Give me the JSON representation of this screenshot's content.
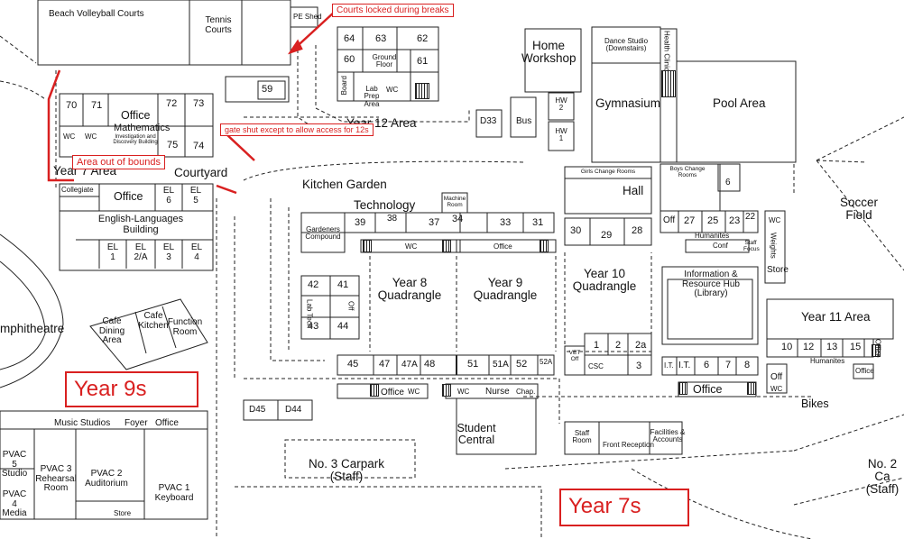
{
  "map": {
    "top": {
      "beach_volleyball": "Beach Volleyball Courts",
      "tennis_courts": "Tennis Courts",
      "pe_shed": "PE Shed",
      "rooms_64": "64",
      "rooms_63": "63",
      "rooms_62": "62",
      "rooms_60": "60",
      "ground_floor": "Ground Floor",
      "rooms_61": "61",
      "board": "Board",
      "lab_prep": "Lab Prep Area",
      "wc": "WC",
      "room_59": "59",
      "home_workshop": "Home Workshop",
      "dance_studio": "Dance Studio (Downstairs)",
      "health_clinic": "Health Clinic",
      "hw2": "HW 2",
      "hw1": "HW 1",
      "gymnasium": "Gymnasium",
      "pool_area": "Pool Area",
      "d33": "D33",
      "bus": "Bus",
      "year12_area": "Year 12 Area"
    },
    "west": {
      "r70": "70",
      "r71": "71",
      "office": "Office",
      "r72": "72",
      "r73": "73",
      "wc1": "WC",
      "wc2": "WC",
      "mathematics": "Mathematics",
      "math_sub": "Investigation and Discovery Building",
      "r75": "75",
      "r74": "74",
      "year7_area": "Year 7 Area",
      "courtyard": "Courtyard",
      "collegiate": "Collegiate",
      "office2": "Office",
      "el6": "EL 6",
      "el5": "EL 5",
      "english": "English-Languages Building",
      "el1": "EL 1",
      "el2a": "EL 2/A",
      "el3": "EL 3",
      "el4": "EL 4",
      "cafe_dining": "Cafe Dining Area",
      "cafe_kitchen": "Cafe Kitchen",
      "function_room": "Function Room",
      "amphitheatre": "mphitheatre",
      "music_studios": "Music Studios",
      "foyer": "Foyer",
      "office3": "Office",
      "pvac5": "PVAC 5 Studio",
      "pvac3": "PVAC 3 Rehearsal Room",
      "pvac2": "PVAC 2 Auditorium",
      "pvac1": "PVAC 1 Keyboard",
      "pvac4": "PVAC 4 Media",
      "store": "Store"
    },
    "middle": {
      "kitchen_garden": "Kitchen Garden",
      "technology": "Technology",
      "machine_room": "Machine Room",
      "gardeners": "Gardeners Compound",
      "r39": "39",
      "r38": "38",
      "r37": "37",
      "r34": "34",
      "r33": "33",
      "r31": "31",
      "wc": "WC",
      "office": "Office",
      "year8_quad": "Year 8 Quadrangle",
      "year9_quad": "Year 9 Quadrangle",
      "r42": "42",
      "r41": "41",
      "r43": "43",
      "r44": "44",
      "lab_tech": "Lab Tech",
      "off": "Off",
      "r45": "45",
      "r47": "47",
      "r47a": "47A",
      "r48": "48",
      "r51": "51",
      "r51a": "51A",
      "r52": "52",
      "r52a": "52A",
      "office_b": "Office",
      "wc_b": "WC",
      "wc_c": "WC",
      "nurse": "Nurse",
      "chap": "Chap.",
      "student_central": "Student Central",
      "d45": "D45",
      "d44": "D44",
      "carpark3": "No. 3 Carpark (Staff)"
    },
    "east": {
      "girls_change": "Girls Change Rooms",
      "hall": "Hall",
      "boys_change": "Boys Change Rooms",
      "r6": "6",
      "off": "Off",
      "r27": "27",
      "r25": "25",
      "r23": "23",
      "r22": "22",
      "r30": "30",
      "r29": "29",
      "r28": "28",
      "humanities": "Humanites",
      "conf": "Conf",
      "staff_focus": "Staff Focus",
      "weights": "Weights",
      "wc": "WC",
      "store": "Store",
      "year10_quad": "Year 10 Quadrangle",
      "info_hub": "Information & Resource Hub (Library)",
      "soccer": "Soccer Field",
      "year11_area": "Year 11 Area",
      "r10": "10",
      "r12": "12",
      "r13": "13",
      "r15": "15",
      "office_v": "Office",
      "humanities2": "Humanites",
      "off2": "Off",
      "wc2": "WC",
      "office_s": "Office",
      "r1": "1",
      "r2": "2",
      "r2a": "2a",
      "r3": "3",
      "vet": "VET Off",
      "csc": "CSC",
      "it1": "I.T.",
      "it2": "I.T.",
      "r6b": "6",
      "r7": "7",
      "r8": "8",
      "office_main": "Office",
      "bikes": "Bikes",
      "staff_room": "Staff Room",
      "front_reception": "Front Reception",
      "facilities": "Facilities & Accounts",
      "carpark2": "No. 2 Ca (Staff)"
    },
    "annotations": {
      "courts_locked": "Courts locked during breaks",
      "gate_shut": "gate shut except to allow access for 12s",
      "out_of_bounds": "Area out of bounds",
      "year9s": "Year 9s",
      "year7s": "Year 7s"
    },
    "colors": {
      "annotation": "#d92020",
      "line": "#222222"
    }
  }
}
